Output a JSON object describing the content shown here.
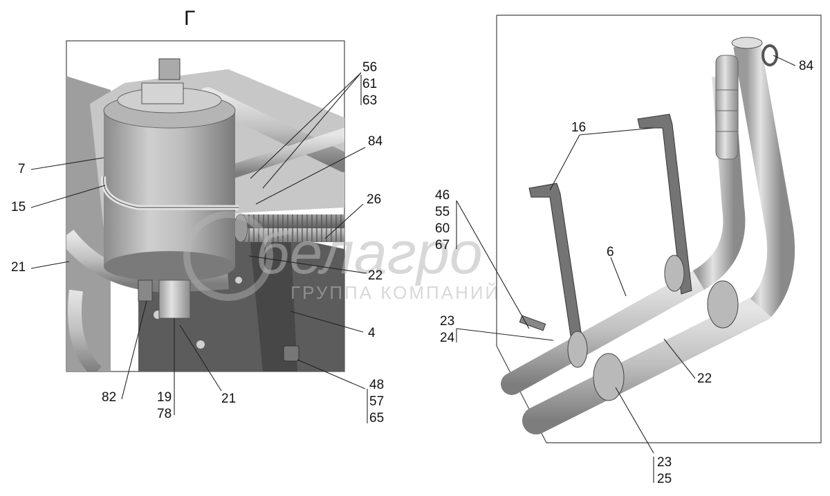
{
  "title": "Г",
  "watermark": {
    "brand": "белагро",
    "subtitle": "ГРУППА КОМПАНИЙ"
  },
  "labels_left": {
    "p7": "7",
    "p15": "15",
    "p21a": "21",
    "p56": "56",
    "p61": "61",
    "p63": "63",
    "p84": "84",
    "p26": "26",
    "p22": "22",
    "p4": "4",
    "p48": "48",
    "p57": "57",
    "p65": "65",
    "p82": "82",
    "p19": "19",
    "p78": "78",
    "p21b": "21"
  },
  "labels_right": {
    "p84": "84",
    "p16": "16",
    "p46": "46",
    "p55": "55",
    "p60": "60",
    "p67": "67",
    "p6": "6",
    "p23a": "23",
    "p24": "24",
    "p22": "22",
    "p23b": "23",
    "p25": "25"
  },
  "colors": {
    "metal_light": "#d9d9d9",
    "metal_mid": "#a8a8a8",
    "metal_dark": "#6e6e6e",
    "panel_dark": "#585858"
  }
}
